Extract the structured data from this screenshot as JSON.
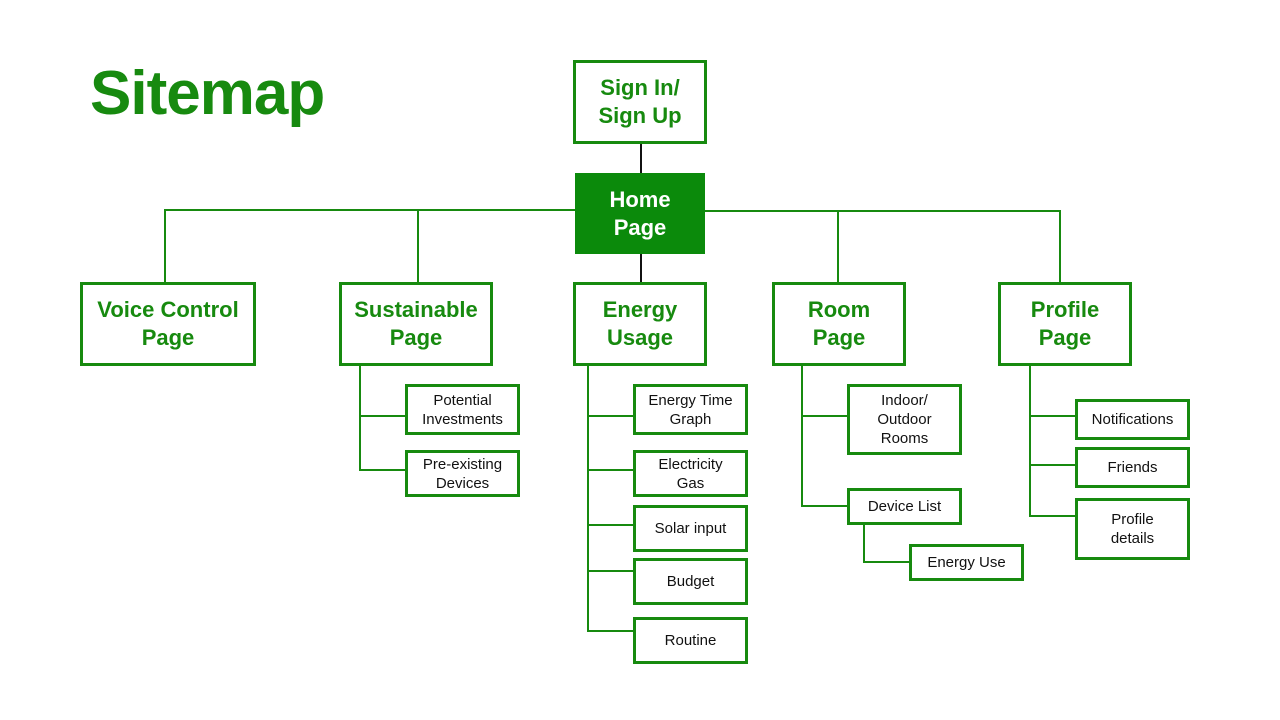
{
  "title": "Sitemap",
  "colors": {
    "accent": "#178a0f",
    "home_fill": "#0b8a0b",
    "line_green": "#178a0f",
    "line_dark": "#111111"
  },
  "nodes": {
    "signin": "Sign In/\nSign Up",
    "home": "Home\nPage",
    "voice": "Voice Control\nPage",
    "sustainable": "Sustainable\nPage",
    "energy": "Energy\nUsage",
    "room": "Room\nPage",
    "profile": "Profile\nPage",
    "sustainable_children": [
      "Potential\nInvestments",
      "Pre-existing\nDevices"
    ],
    "energy_children": [
      "Energy Time\nGraph",
      "Electricity\nGas",
      "Solar input",
      "Budget",
      "Routine"
    ],
    "room_children": [
      "Indoor/\nOutdoor\nRooms",
      "Device List"
    ],
    "device_list_children": [
      "Energy Use"
    ],
    "profile_children": [
      "Notifications",
      "Friends",
      "Profile\ndetails"
    ]
  }
}
